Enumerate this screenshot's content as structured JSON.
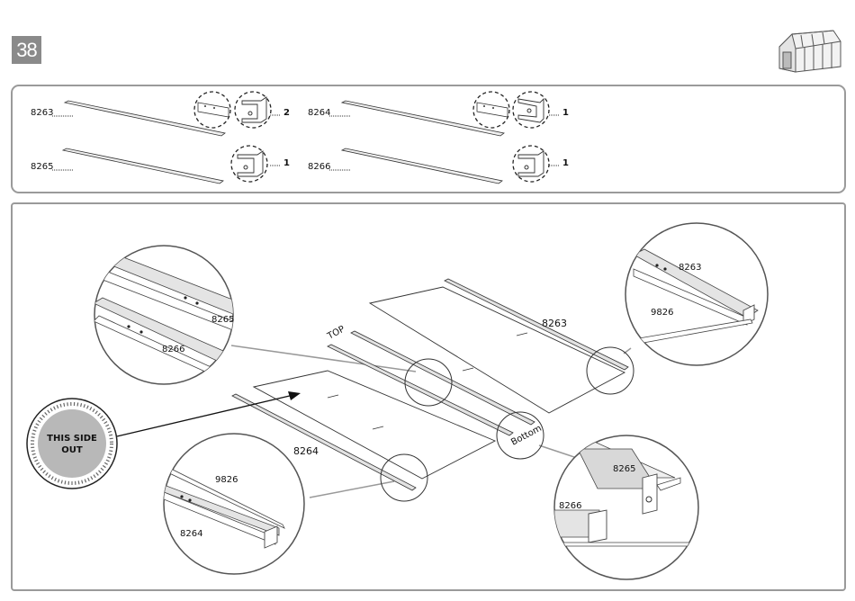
{
  "step": {
    "number": "38"
  },
  "icons": {
    "shed": "shed-icon"
  },
  "parts": [
    {
      "code": "8263",
      "qty": "2"
    },
    {
      "code": "8264",
      "qty": "1"
    },
    {
      "code": "8265",
      "qty": "1"
    },
    {
      "code": "8266",
      "qty": "1"
    }
  ],
  "assembly": {
    "labels": {
      "top": "TOP",
      "bottom": "Bottom",
      "rail_8263": "8263",
      "rail_8264": "8264"
    },
    "badge": {
      "line1": "THIS SIDE",
      "line2": "OUT"
    },
    "details": {
      "top_left": {
        "a": "8265",
        "b": "8266"
      },
      "top_right": {
        "a": "8263",
        "b": "9826"
      },
      "bottom_left": {
        "a": "9826",
        "b": "8264"
      },
      "bottom_right": {
        "a": "8265",
        "b": "8266"
      }
    }
  },
  "colors": {
    "frame": "#9a9a9a",
    "step_bg": "#8a8a8a",
    "badge_bg": "#b8b8b8"
  }
}
